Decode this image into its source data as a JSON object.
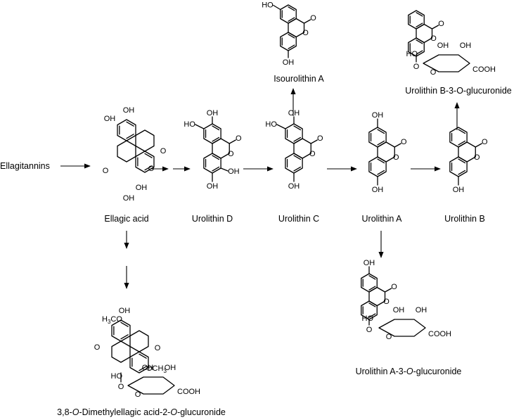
{
  "start_label": "Ellagitannins",
  "compounds": {
    "ellagic_acid": "Ellagic acid",
    "urolithin_d": "Urolithin D",
    "urolithin_c": "Urolithin C",
    "urolithin_a": "Urolithin A",
    "urolithin_b": "Urolithin B",
    "isourolithin_a": "Isourolithin A",
    "urolithin_b_gluc": "Urolithin B-3-O-glucuronide",
    "urolithin_a_gluc_pre": "Urolithin A-3-",
    "urolithin_a_gluc_o": "O",
    "urolithin_a_gluc_post": "-glucuronide",
    "dimethyl_pre": "3,8-",
    "dimethyl_o1": "O",
    "dimethyl_mid": "-Dimethylellagic acid-2-",
    "dimethyl_o2": "O",
    "dimethyl_post": "-glucuronide"
  },
  "atoms": {
    "oh": "OH",
    "o": "O",
    "cooh": "COOH",
    "ho": "HO",
    "h3co_h": "H",
    "h3co_3": "3",
    "h3co_co": "CO",
    "och3_och": "OCH",
    "och3_3": "3"
  }
}
